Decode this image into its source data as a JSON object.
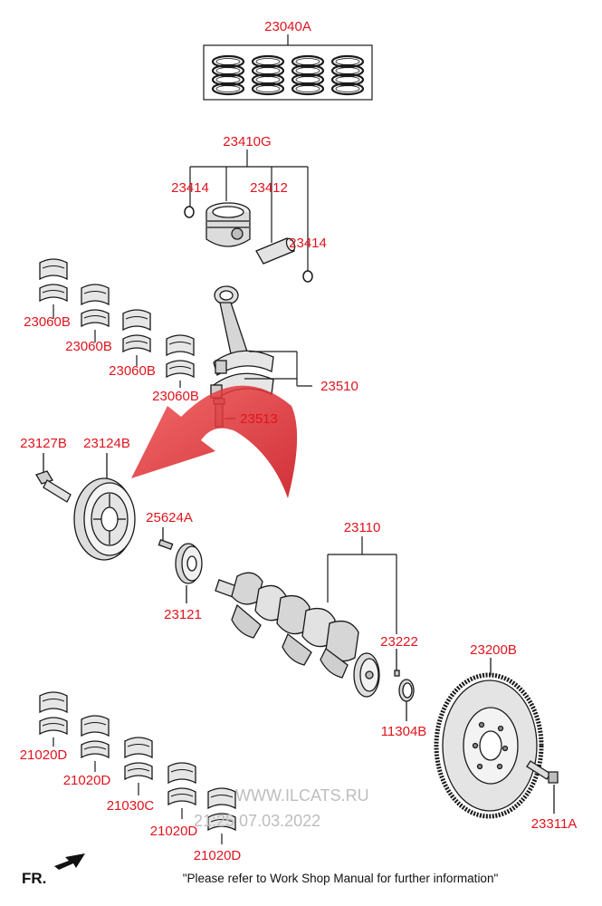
{
  "colors": {
    "label": "#e0141e",
    "line": "#1a1a1a",
    "arrow": "#e0141e",
    "part_fill": "#d9d9d9",
    "part_dark": "#8a8a8a",
    "watermark": "#bdbdbd"
  },
  "labels": {
    "rings": "23040A",
    "piston_assy": "23410G",
    "snap_ring_left": "23414",
    "piston_pin": "23412",
    "snap_ring_right": "23414",
    "conrod_bearing_1": "23060B",
    "conrod_bearing_2": "23060B",
    "conrod_bearing_3": "23060B",
    "conrod_bearing_4": "23060B",
    "conrod": "23510",
    "conrod_bolt": "23513",
    "pulley_bolt": "23127B",
    "damper_pulley": "23124B",
    "key": "25624A",
    "sprocket": "23121",
    "crankshaft": "23110",
    "pin": "23222",
    "flywheel": "23200B",
    "seal": "11304B",
    "flywheel_bolt": "23311A",
    "main_bearing_1": "21020D",
    "main_bearing_2": "21020D",
    "thrust_bearing": "21030C",
    "main_bearing_3": "21020D",
    "main_bearing_4": "21020D"
  },
  "watermark": {
    "line1": "WWW.ILCATS.RU",
    "line2": "21:25 07.03.2022"
  },
  "footer": {
    "fr": "FR.",
    "note": "\"Please refer to Work Shop Manual for further information\""
  }
}
